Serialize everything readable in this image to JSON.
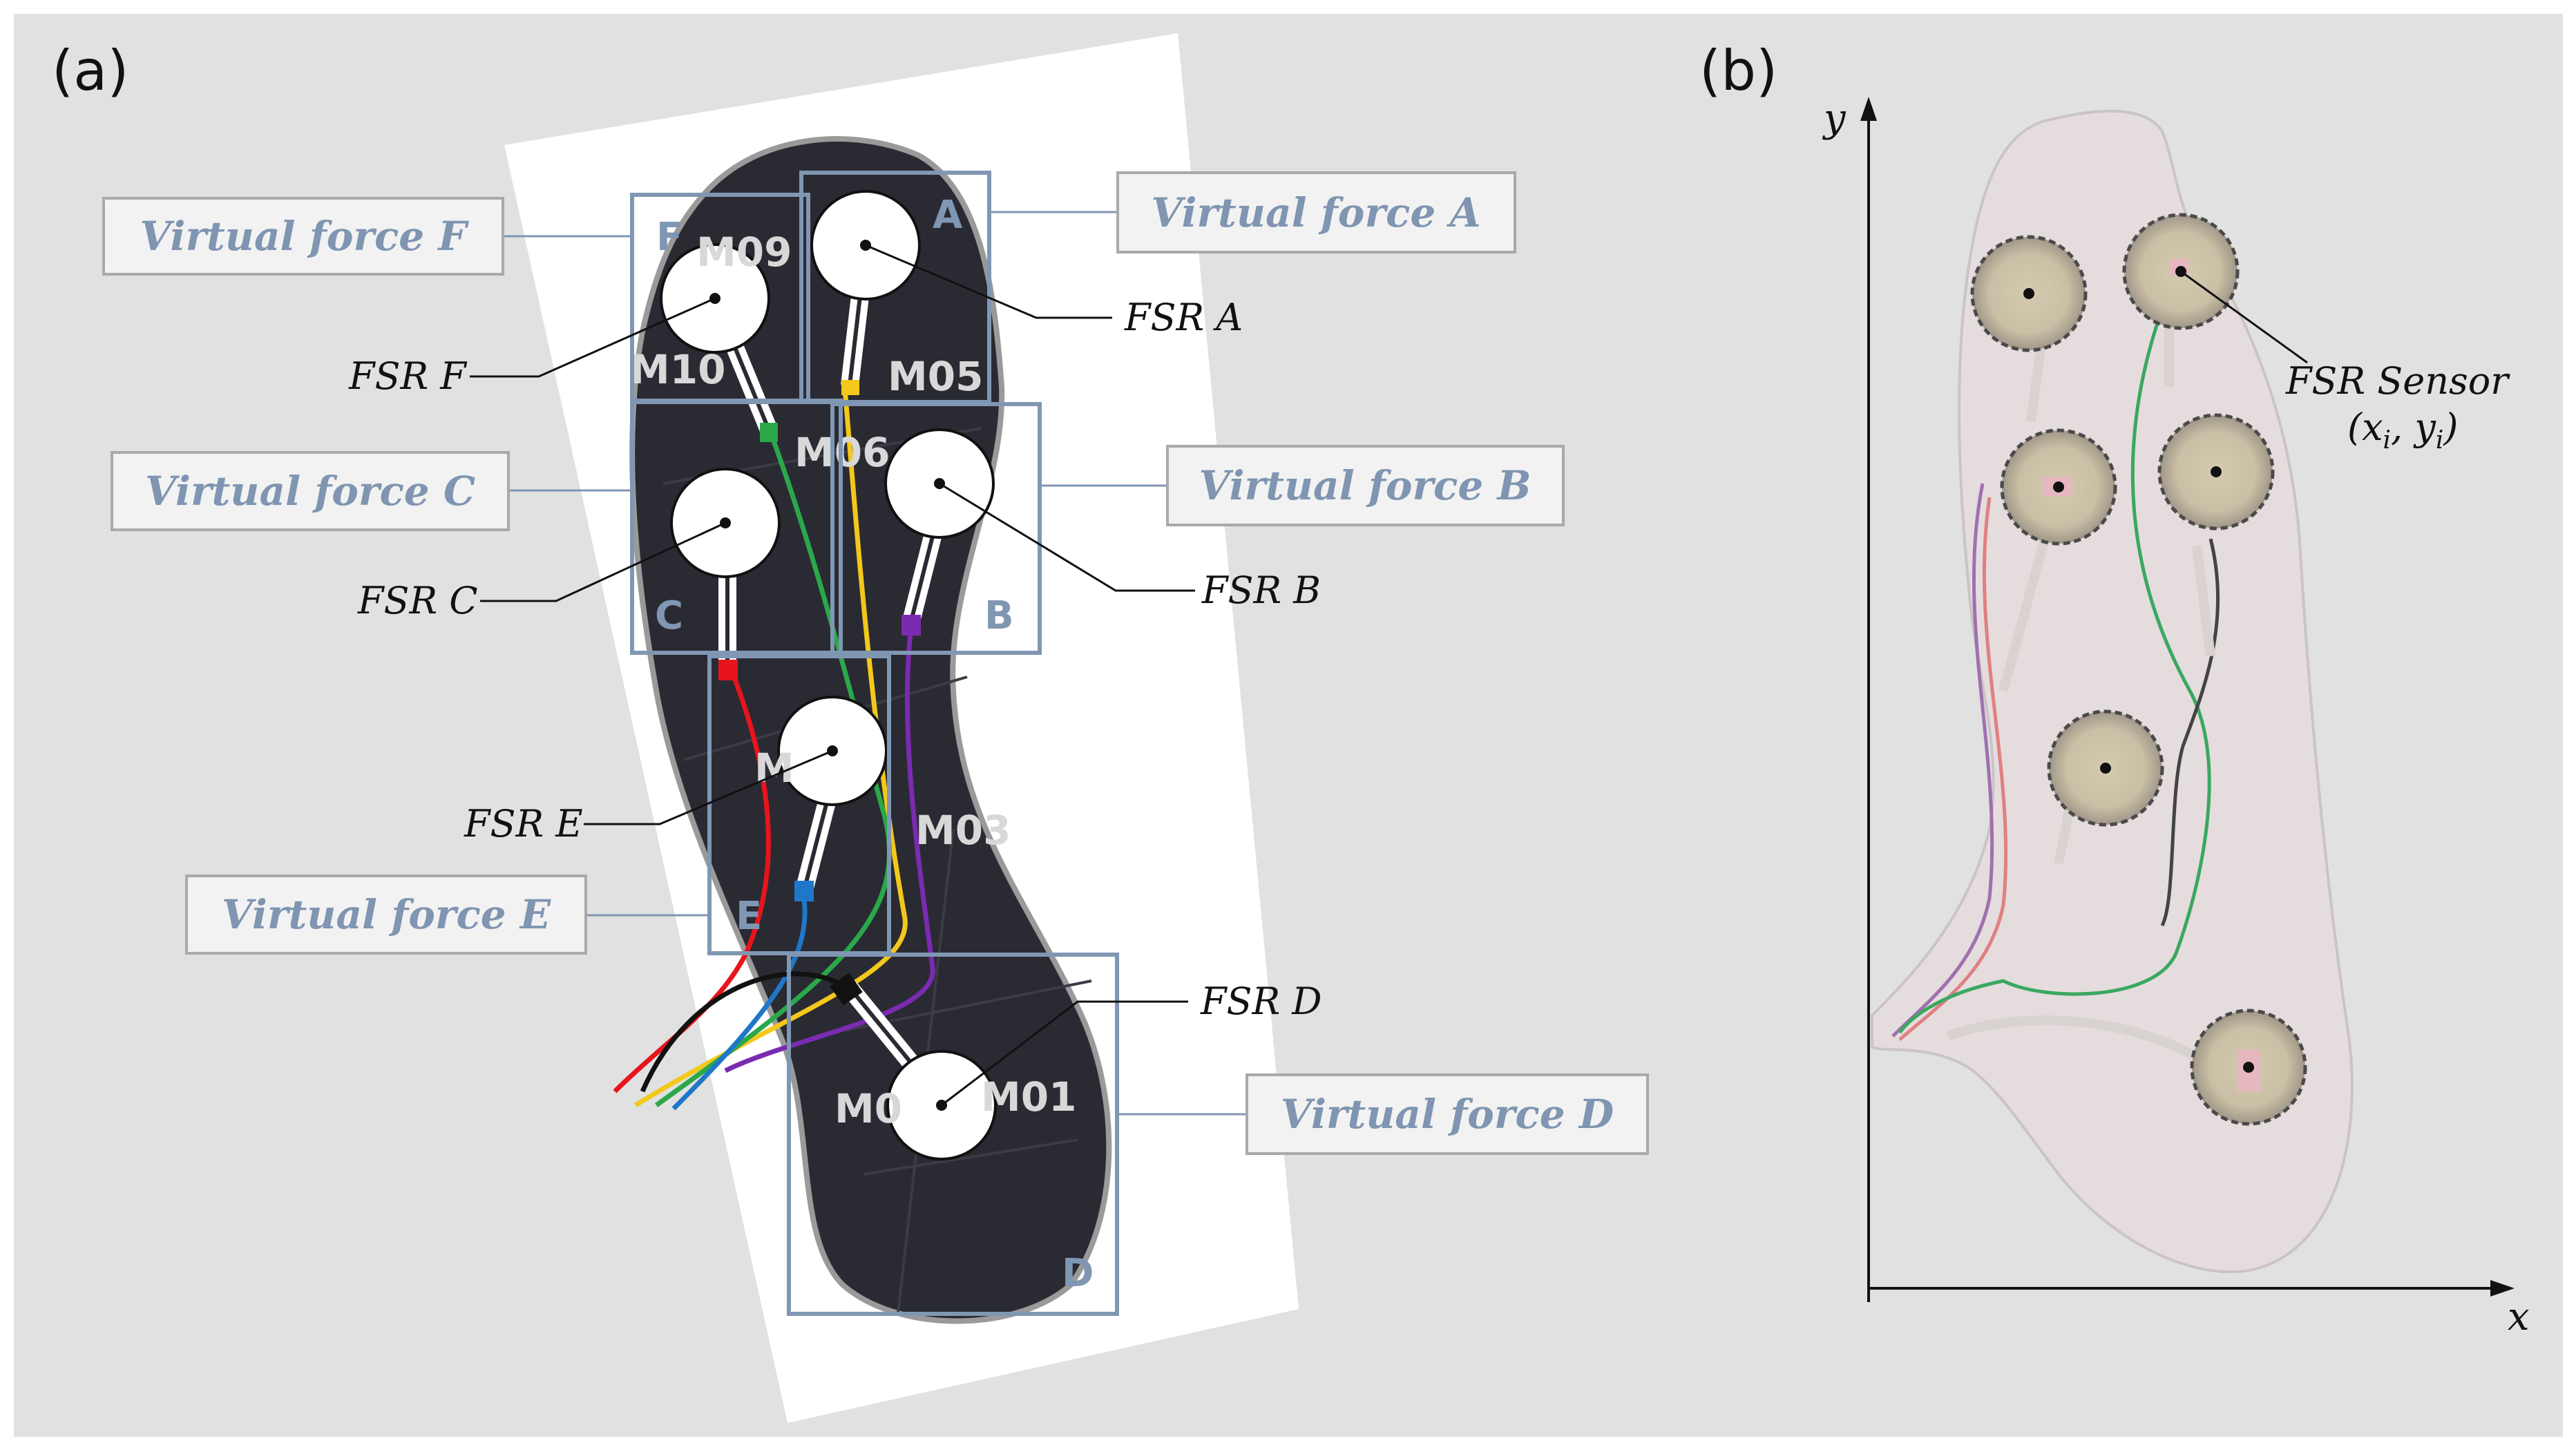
{
  "panels": {
    "a": "(a)",
    "b": "(b)"
  },
  "virtual_forces": {
    "A": "Virtual force A",
    "B": "Virtual force B",
    "C": "Virtual force C",
    "D": "Virtual force D",
    "E": "Virtual force E",
    "F": "Virtual force F"
  },
  "fsr_labels": {
    "A": "FSR A",
    "B": "FSR B",
    "C": "FSR C",
    "D": "FSR D",
    "E": "FSR E",
    "F": "FSR F"
  },
  "zone_letters": {
    "A": "A",
    "B": "B",
    "C": "C",
    "D": "D",
    "E": "E",
    "F": "F"
  },
  "insole_markings": {
    "m09": "M09",
    "m10": "M10",
    "m05": "M05",
    "m06": "M06",
    "m03": "M03",
    "m01": "M01",
    "m0": "M0",
    "m_partial": "M"
  },
  "panel_b": {
    "y_axis": "y",
    "x_axis": "x",
    "sensor_label": "FSR Sensor",
    "sensor_coords": "(x",
    "sub_i": "i",
    "comma_y": ", y",
    "close_paren": ")"
  },
  "colors": {
    "background": "#e1e1e1",
    "label_text": "#7f95b1",
    "zone_stroke": "#8097b3",
    "insole": "#2a2a33",
    "wire_red": "#e8141b",
    "wire_black": "#111111",
    "wire_yellow": "#f2c81b",
    "wire_green": "#2aa84a",
    "wire_blue": "#1f77c9",
    "wire_purple": "#7a2bb0"
  }
}
